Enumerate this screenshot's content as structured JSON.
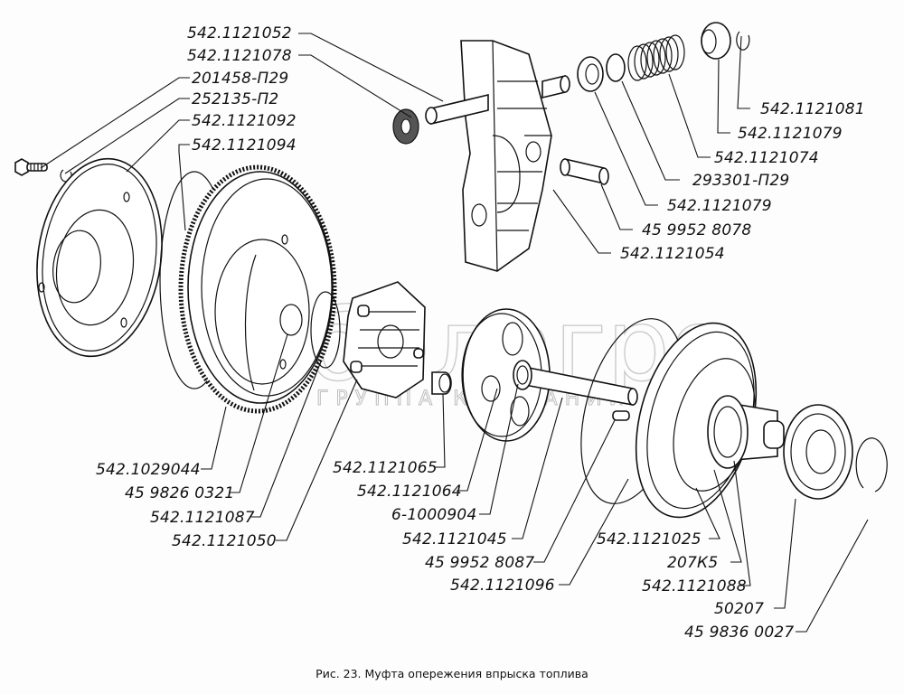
{
  "figure": {
    "caption": "Рис. 23. Муфта опережения впрыска топлива",
    "watermark": {
      "brand": "белагро",
      "subtitle": "ГРУППА КОМПАНИЙ"
    }
  },
  "callouts": [
    {
      "id": "c1",
      "text": "542.1121052"
    },
    {
      "id": "c2",
      "text": "542.1121078"
    },
    {
      "id": "c3",
      "text": "201458-П29"
    },
    {
      "id": "c4",
      "text": "252135-П2"
    },
    {
      "id": "c5",
      "text": "542.1121092"
    },
    {
      "id": "c6",
      "text": "542.1121094"
    },
    {
      "id": "c7",
      "text": "542.1121081"
    },
    {
      "id": "c8",
      "text": "542.1121079"
    },
    {
      "id": "c9",
      "text": "542.1121074"
    },
    {
      "id": "c10",
      "text": "293301-П29"
    },
    {
      "id": "c11",
      "text": "542.1121079"
    },
    {
      "id": "c12",
      "text": "45 9952 8078"
    },
    {
      "id": "c13",
      "text": "542.1121054"
    },
    {
      "id": "c14",
      "text": "542.1029044"
    },
    {
      "id": "c15",
      "text": "45 9826 0321"
    },
    {
      "id": "c16",
      "text": "542.1121087"
    },
    {
      "id": "c17",
      "text": "542.1121050"
    },
    {
      "id": "c18",
      "text": "542.1121065"
    },
    {
      "id": "c19",
      "text": "542.1121064"
    },
    {
      "id": "c20",
      "text": "6-1000904"
    },
    {
      "id": "c21",
      "text": "542.1121045"
    },
    {
      "id": "c22",
      "text": "45 9952 8087"
    },
    {
      "id": "c23",
      "text": "542.1121096"
    },
    {
      "id": "c24",
      "text": "542.1121025"
    },
    {
      "id": "c25",
      "text": "207К5"
    },
    {
      "id": "c26",
      "text": "542.1121088"
    },
    {
      "id": "c27",
      "text": "50207"
    },
    {
      "id": "c28",
      "text": "45 9836 0027"
    }
  ]
}
